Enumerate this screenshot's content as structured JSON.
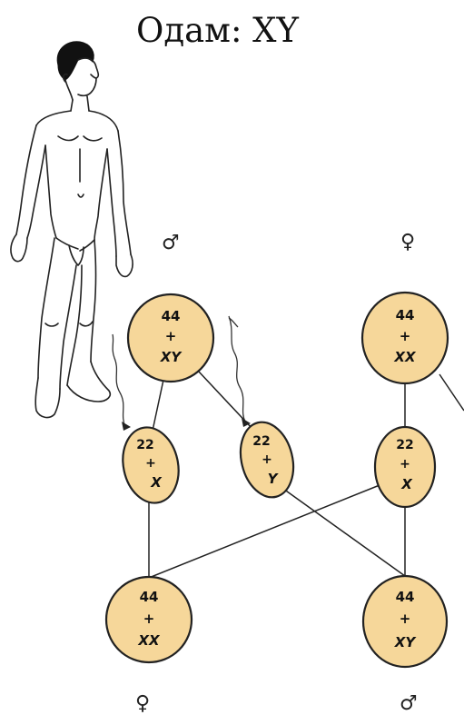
{
  "title": "Одам: XY",
  "symbols": {
    "male": "♂",
    "female": "♀"
  },
  "cells": {
    "father": {
      "top": "44",
      "mid": "+",
      "bottom": "XY"
    },
    "mother": {
      "top": "44",
      "mid": "+",
      "bottom": "XX"
    },
    "sperm_x": {
      "top": "22",
      "mid": "+",
      "bottom": "X"
    },
    "sperm_y": {
      "top": "22",
      "mid": "+",
      "bottom": "Y"
    },
    "egg_x": {
      "top": "22",
      "mid": "+",
      "bottom": "X"
    },
    "daughter": {
      "top": "44",
      "mid": "+",
      "bottom": "XX"
    },
    "son": {
      "top": "44",
      "mid": "+",
      "bottom": "XY"
    }
  },
  "colors": {
    "cell_fill": "#f6d79a",
    "outline": "#222222"
  }
}
